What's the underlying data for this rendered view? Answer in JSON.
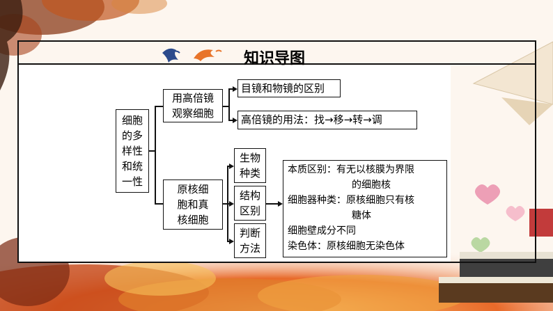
{
  "slide": {
    "title": "知识导图"
  },
  "root": {
    "lines": [
      "细胞",
      "的多",
      "样性",
      "和统",
      "一性"
    ]
  },
  "branch1": {
    "lines": [
      "用高倍镜",
      "观察细胞"
    ],
    "leaf1": "目镜和物镜的区别",
    "leaf2": "高倍镜的用法：找→移→转→调"
  },
  "branch2": {
    "lines": [
      "原核细",
      "胞和真",
      "核细胞"
    ],
    "sub1": [
      "生物",
      "种类"
    ],
    "sub2": [
      "结构",
      "区别"
    ],
    "sub3": [
      "判断",
      "方法"
    ],
    "detail": {
      "line1": "本质区别：有无以核膜为界限",
      "line2": "的细胞核",
      "line3": "细胞器种类：原核细胞只有核",
      "line4": "糖体",
      "line5": "细胞壁成分不同",
      "line6": "染色体：原核细胞无染色体"
    }
  },
  "colors": {
    "border": "#111111",
    "background": "#fdf6ef",
    "bird_blue": "#2b4a8c",
    "bird_orange": "#e8742a"
  }
}
